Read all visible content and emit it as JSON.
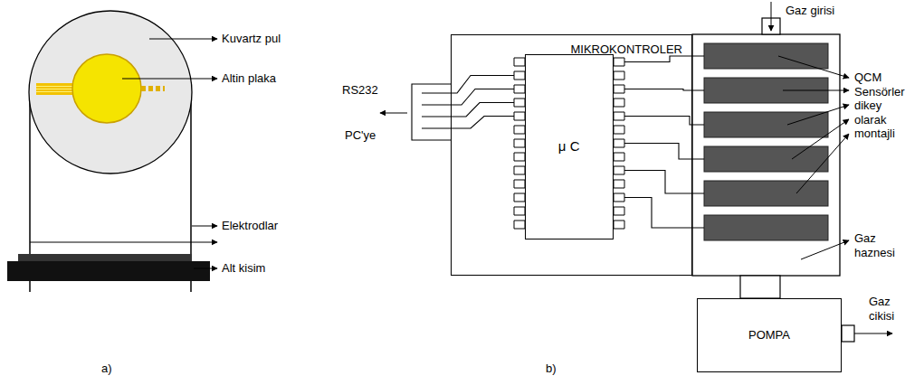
{
  "diagram": {
    "nodes": [
      {
        "text": [
          "MIKROKONTROLER"
        ]
      },
      {
        "text": [
          "μ C"
        ],
        "in": 0
      },
      {
        "text": [
          "POMPA"
        ]
      }
    ],
    "labels": [
      "Kuvartz pul",
      "Altin plaka",
      "Elektrodlar",
      "Alt kisim",
      "a)",
      "RS232",
      "PC'ye",
      "Gaz girisi",
      "QCM Sensörler dikey olarak montajli",
      "Gaz haznesi",
      "Gaz cikisi",
      "b)"
    ]
  }
}
